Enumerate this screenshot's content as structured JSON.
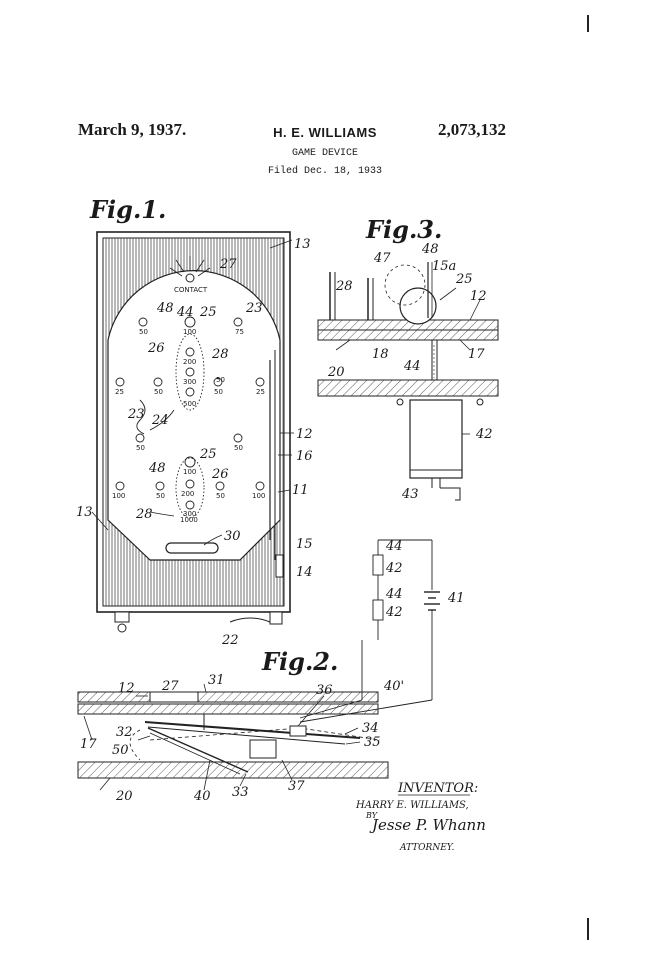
{
  "header": {
    "date": "March 9, 1937.",
    "inventor": "H. E. WILLIAMS",
    "patent_number": "2,073,132",
    "title": "GAME DEVICE",
    "filed": "Filed Dec. 18, 1933"
  },
  "figures": {
    "fig1": "Fig.1.",
    "fig2": "Fig.2.",
    "fig3": "Fig.3."
  },
  "fig1_labels": {
    "l13a": "13",
    "l27": "27",
    "l48a": "48",
    "l44": "44",
    "l25a": "25",
    "l23a": "23",
    "l26a": "26",
    "l28a": "28",
    "l23b": "23",
    "l24": "24",
    "l12": "12",
    "l16": "16",
    "l25b": "25",
    "l48b": "48",
    "l26b": "26",
    "l11": "11",
    "l13b": "13",
    "l28b": "28",
    "l30": "30",
    "l15": "15",
    "l14": "14",
    "l22": "22"
  },
  "fig1_scores": {
    "contact": "CONTACT",
    "s50a": "50",
    "s100a": "100",
    "s75": "75",
    "s200": "200",
    "s300a": "300",
    "s500": "500",
    "s25a": "25",
    "s50b": "50",
    "s50c": "50",
    "s50d": "50",
    "s25b": "25",
    "s50e": "50",
    "s50f": "50",
    "s100b": "100",
    "s200b": "200",
    "s300b": "300",
    "s100c": "100",
    "s50g": "50",
    "s50h": "50",
    "s100d": "100",
    "s1000": "1000"
  },
  "fig2_labels": {
    "l12": "12",
    "l27": "27",
    "l31": "31",
    "l36": "36",
    "l40p": "40'",
    "l17": "17",
    "l32": "32",
    "l50": "50",
    "l34": "34",
    "l35": "35",
    "l20": "20",
    "l40": "40",
    "l33": "33",
    "l37": "37"
  },
  "fig3_labels": {
    "l48": "48",
    "l47": "47",
    "l15a": "15a",
    "l25": "25",
    "l28": "28",
    "l12": "12",
    "l18": "18",
    "l17": "17",
    "l44": "44",
    "l20": "20",
    "l42": "42",
    "l43": "43"
  },
  "circuit_labels": {
    "l44a": "44",
    "l42a": "42",
    "l44b": "44",
    "l42b": "42",
    "l41": "41"
  },
  "signature": {
    "role_inventor": "INVENTOR:",
    "name": "HARRY E. WILLIAMS,",
    "by": "BY",
    "attorney_signature": "Jesse P. Whann",
    "role_attorney": "ATTORNEY."
  }
}
